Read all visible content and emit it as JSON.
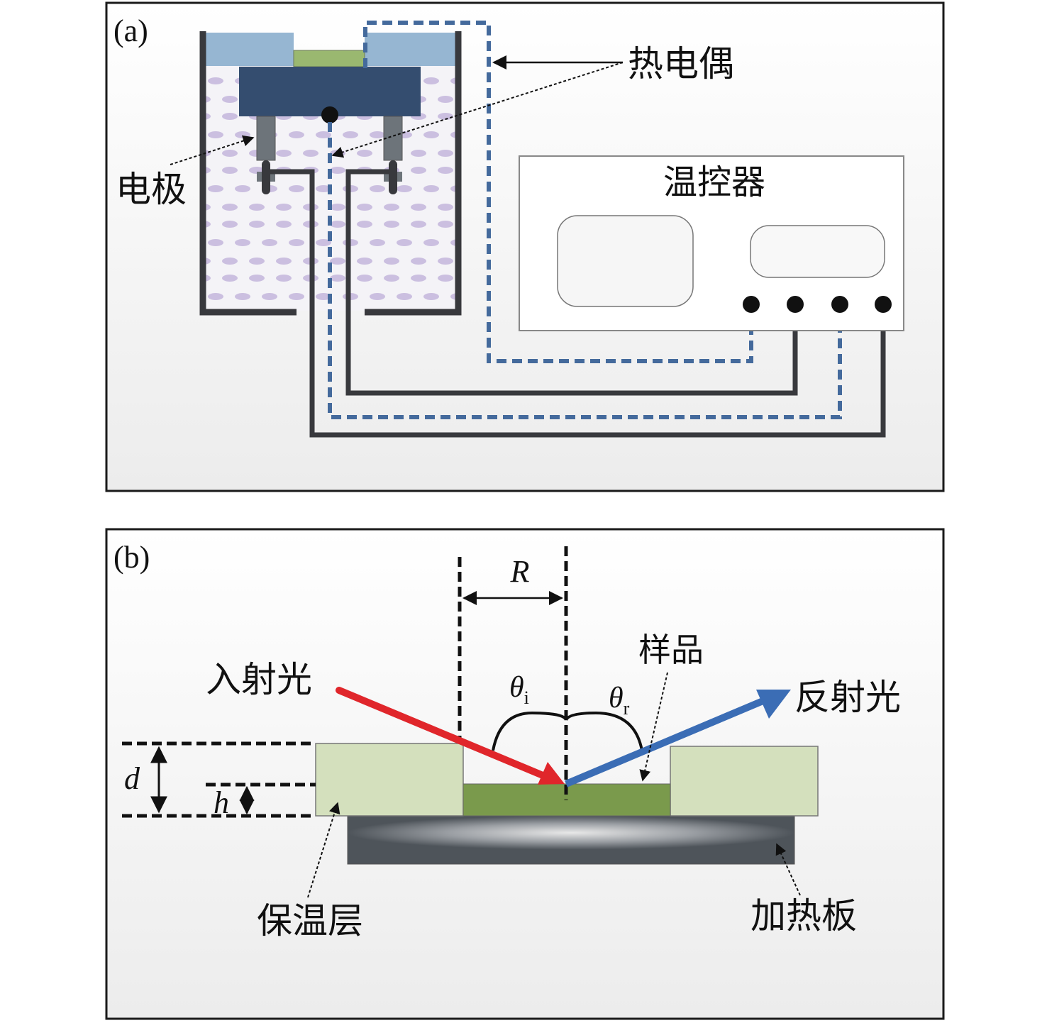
{
  "panel_a": {
    "label": "(a)",
    "thermocouple_label": "热电偶",
    "electrode_label": "电极",
    "controller_label": "温控器"
  },
  "panel_b": {
    "label": "(b)",
    "radius_label": "R",
    "incident_label": "入射光",
    "reflected_label": "反射光",
    "sample_label": "样品",
    "theta_i": "θ",
    "theta_i_sub": "i",
    "theta_r": "θ",
    "theta_r_sub": "r",
    "d_label": "d",
    "h_label": "h",
    "insulation_label": "保温层",
    "heater_label": "加热板"
  },
  "colors": {
    "frame": "#1a1a1a",
    "insulation_blue": "#96b6d2",
    "sample_green": "#9ab870",
    "block_navy": "#344d6f",
    "electrode_gray": "#6d747a",
    "dashed_wire": "#446a9c",
    "wire_dark": "#38393d",
    "incident_red": "#e0262b",
    "reflected_blue": "#3b6db5",
    "insul_light": "#d4e0bd",
    "sample_dark_green": "#7a9a4c",
    "heater_dark": "#4e545a"
  }
}
